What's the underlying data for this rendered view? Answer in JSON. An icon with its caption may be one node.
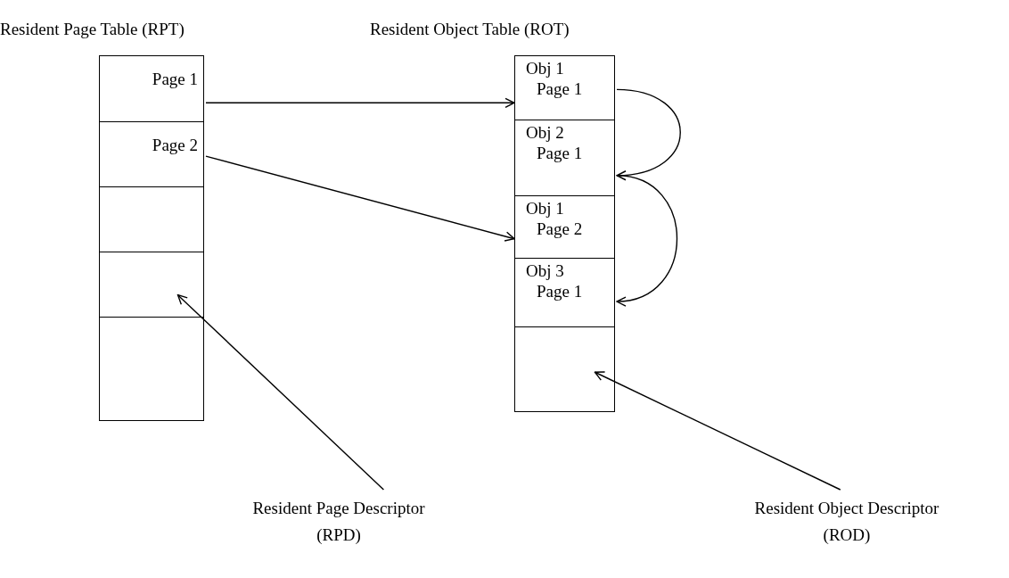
{
  "diagram": {
    "nodes": [
      {
        "text": [
          "Resident Page Table (RPT)"
        ]
      },
      {
        "text": [
          "Page 1"
        ],
        "in": 0
      },
      {
        "text": [
          "Page 2"
        ],
        "in": 0
      },
      {
        "text": [],
        "shape": "box",
        "in": 0
      },
      {
        "text": [],
        "shape": "box",
        "in": 0
      },
      {
        "text": [],
        "shape": "box",
        "in": 0
      },
      {
        "text": [
          "Resident Object Table (ROT)"
        ]
      },
      {
        "text": [
          "Obj 1",
          "Page 1"
        ],
        "in": 6
      },
      {
        "text": [
          "Obj 2",
          "Page 1"
        ],
        "in": 6
      },
      {
        "text": [
          "Obj 1",
          "Page 2"
        ],
        "in": 6
      },
      {
        "text": [
          "Obj 3",
          "Page 1"
        ],
        "in": 6
      },
      {
        "text": [],
        "shape": "box",
        "in": 6
      },
      {
        "text": [
          "Resident Page Descriptor (RPD)"
        ]
      },
      {
        "text": [
          "Resident Object Descriptor (ROD)"
        ]
      }
    ],
    "edges": [
      {
        "from": 1,
        "to": 7,
        "arrow": "to"
      },
      {
        "from": 2,
        "to": 9,
        "arrow": "to"
      },
      {
        "from": 7,
        "to": 8,
        "arrow": "to"
      },
      {
        "from": 8,
        "to": 10,
        "arrow": "to"
      },
      {
        "from": 12,
        "to": 4,
        "arrow": "to"
      },
      {
        "from": 13,
        "to": 11,
        "arrow": "to"
      }
    ]
  }
}
